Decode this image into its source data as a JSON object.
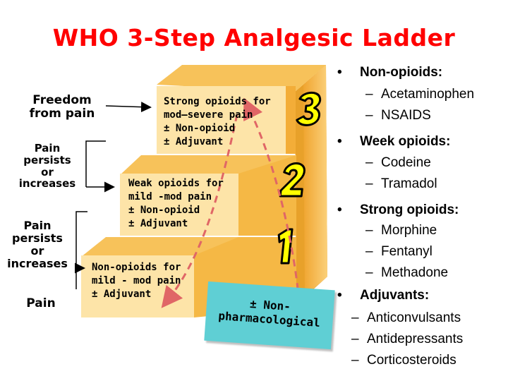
{
  "title": "WHO 3-Step Analgesic Ladder",
  "side_labels": {
    "freedom": "Freedom\nfrom pain",
    "persists_upper": "Pain\npersists\nor\nincreases",
    "persists_lower": "Pain\npersists\nor\nincreases",
    "pain": "Pain"
  },
  "steps": [
    {
      "number": "1",
      "text": "Non-opioids for\nmild - mod pain\n± Adjuvant"
    },
    {
      "number": "2",
      "text": "Weak opioids for\nmild -mod pain\n± Non-opioid\n± Adjuvant"
    },
    {
      "number": "3",
      "text": "Strong opioids for\nmod—severe pain\n± Non-opioid\n± Adjuvant"
    }
  ],
  "non_pharmacological": "± Non-\npharmacological",
  "colors": {
    "title": "#ff0000",
    "step_front": "#fde4a8",
    "step_side": "#f7b63d",
    "step_dark": "#e8a12a",
    "number_fill": "#ffff00",
    "arrow": "#e06666",
    "nonpharm": "#5fcfd4"
  },
  "drug_list": [
    {
      "category": "Non-opioids:",
      "items": [
        "Acetaminophen",
        "NSAIDS"
      ]
    },
    {
      "category": "Week opioids:",
      "items": [
        "Codeine",
        "Tramadol"
      ]
    },
    {
      "category": "Strong opioids:",
      "items": [
        "Morphine",
        "Fentanyl",
        "Methadone"
      ]
    },
    {
      "category": "Adjuvants:",
      "items": [
        "Anticonvulsants",
        "Antidepressants",
        "Corticosteroids"
      ]
    }
  ]
}
